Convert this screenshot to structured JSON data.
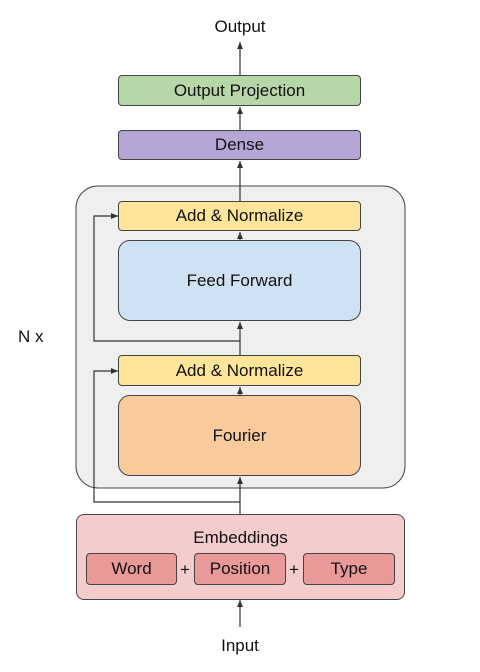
{
  "labels": {
    "output": "Output",
    "input": "Input",
    "repeat": "N x",
    "plus_1": "+",
    "plus_2": "+"
  },
  "blocks": {
    "output_projection": "Output Projection",
    "dense": "Dense",
    "add_normalize_top": "Add & Normalize",
    "feed_forward": "Feed Forward",
    "add_normalize_bottom": "Add & Normalize",
    "fourier": "Fourier",
    "embeddings": "Embeddings",
    "word": "Word",
    "position": "Position",
    "type": "Type"
  },
  "colors": {
    "output_projection": "#b6d7a8",
    "dense": "#b4a7d6",
    "add_normalize": "#ffe599",
    "feed_forward": "#cfe2f3",
    "fourier": "#f9cb9c",
    "embeddings": "#f4cccc",
    "embedding_parts": "#ea9999",
    "encoder_group": "#efefef",
    "lines": "#333333"
  }
}
